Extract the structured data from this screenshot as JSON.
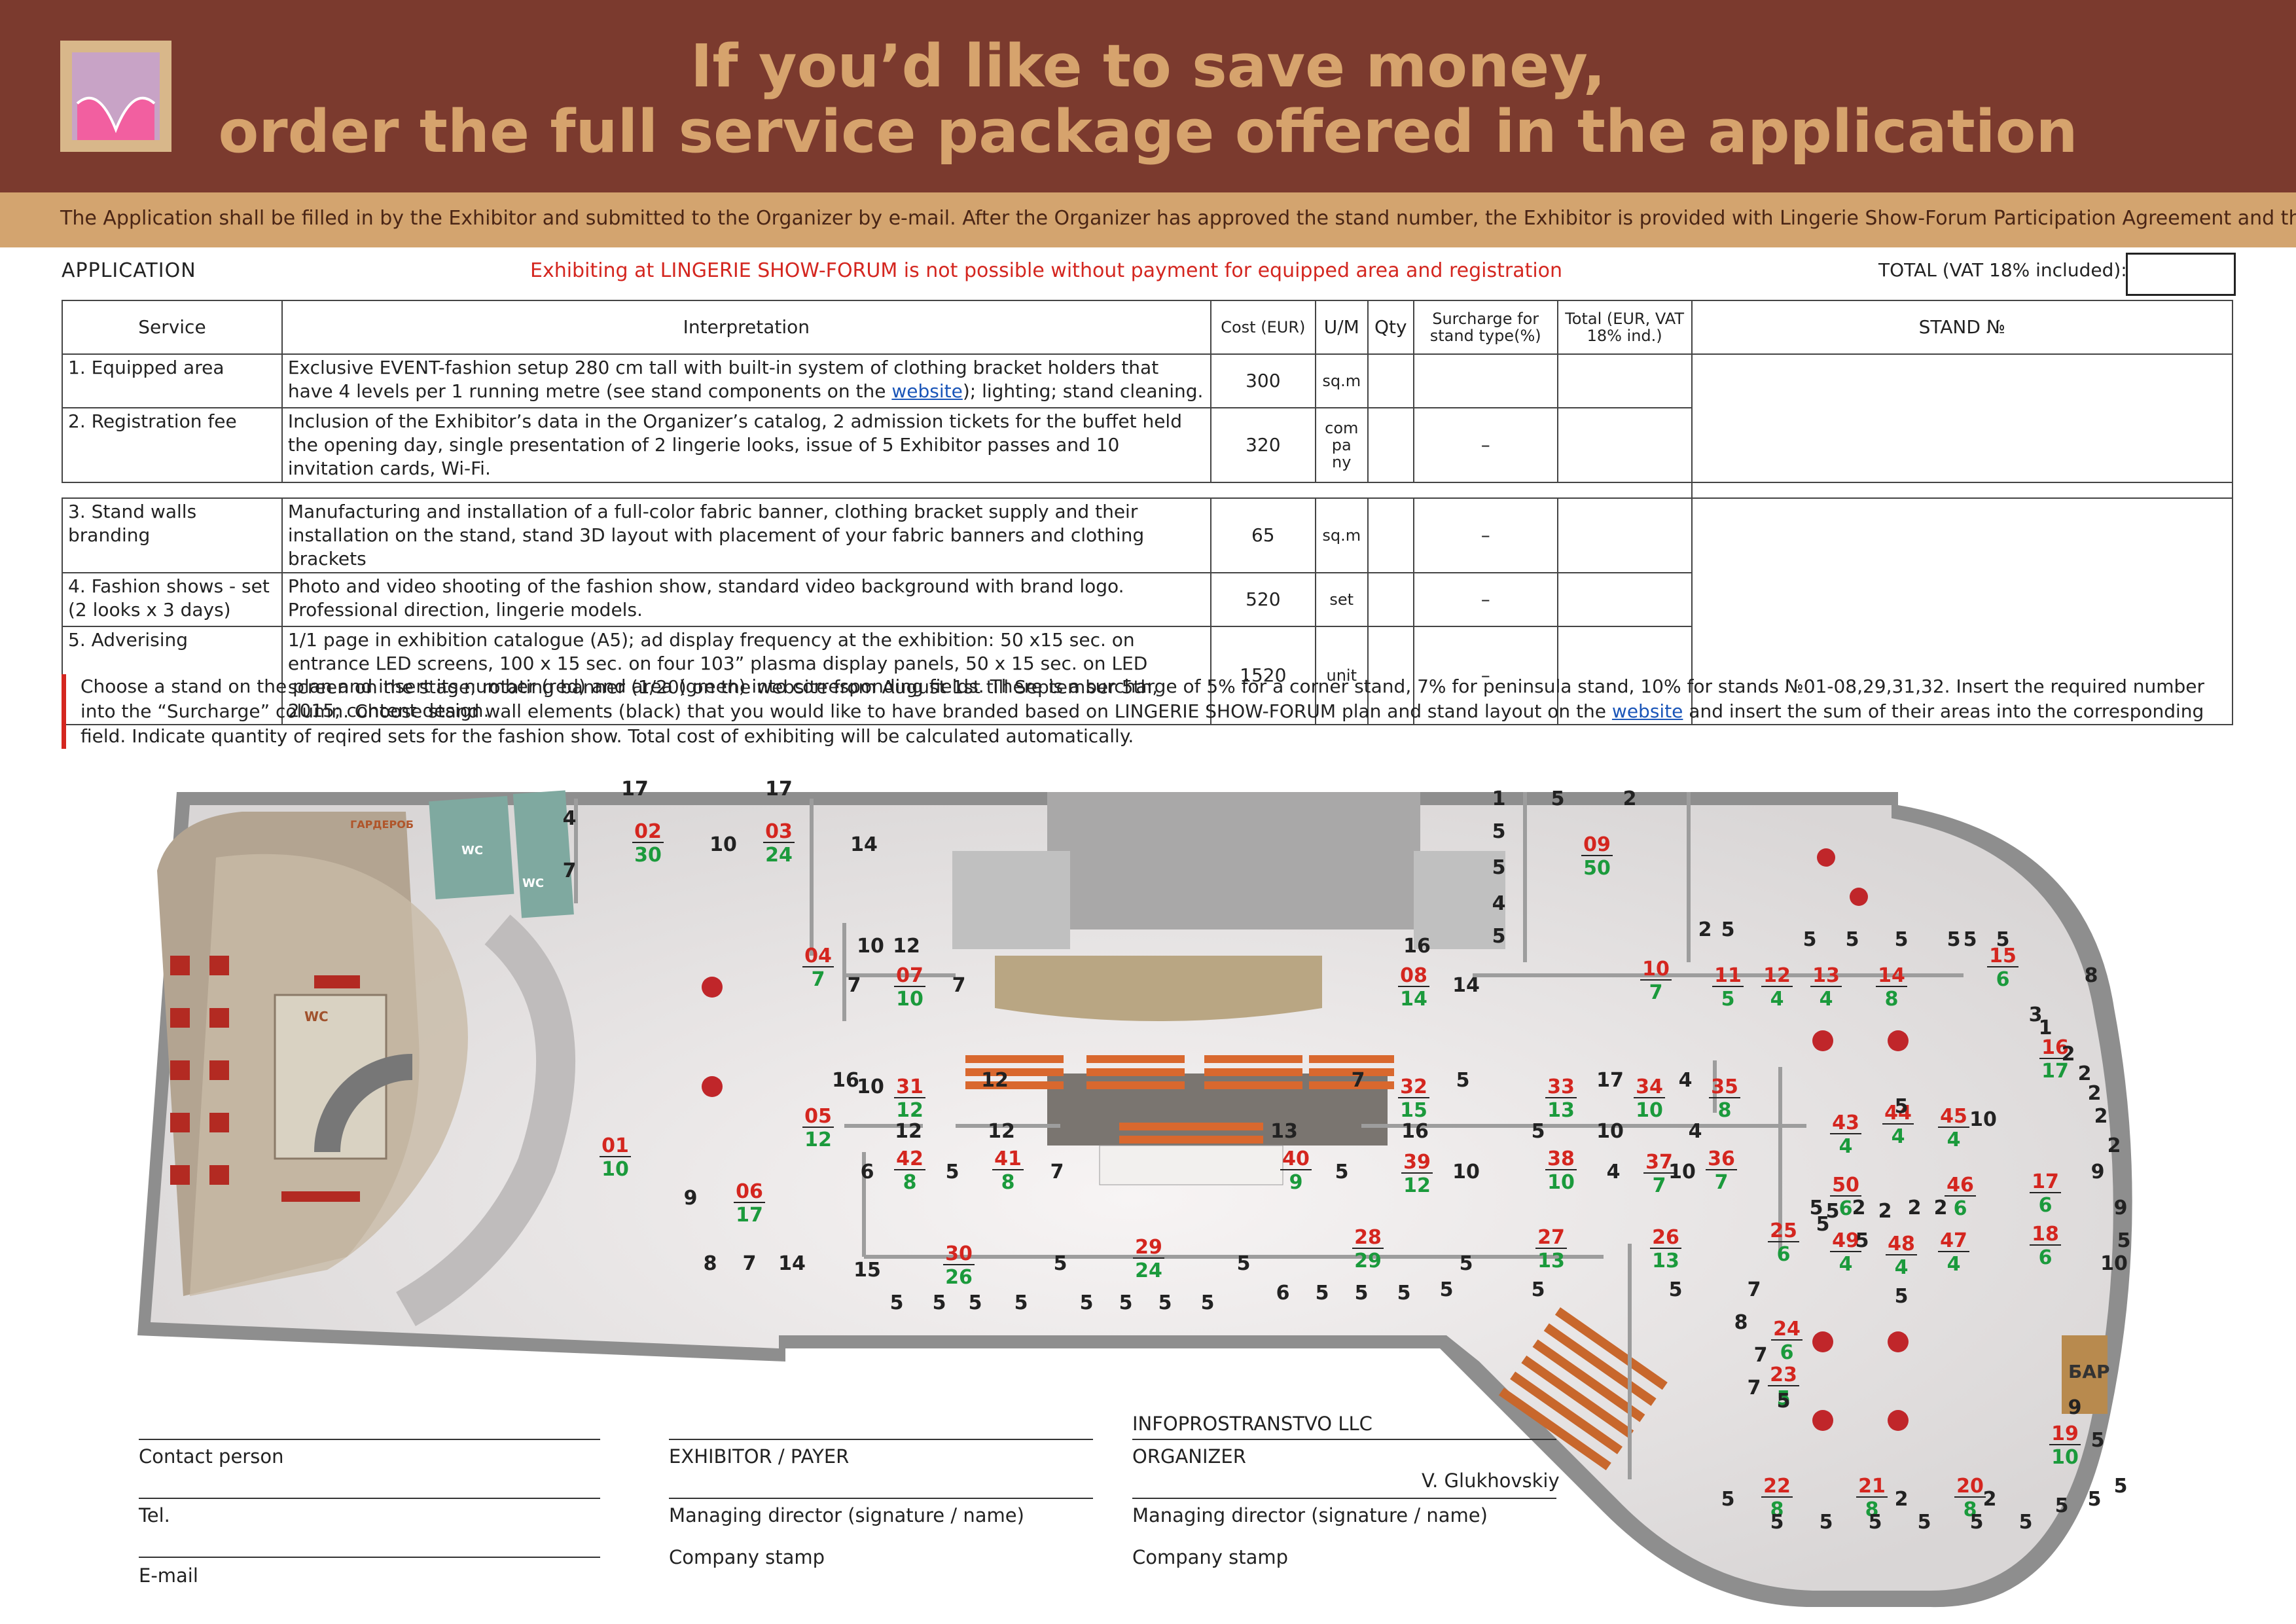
{
  "header": {
    "headline_line1": "If you’d like to save money,",
    "headline_line2": "order the full service package offered in the application",
    "subline": "The Application shall be filled in by the Exhibitor and submitted to the Organizer by e-mail. After the Organizer has approved the stand number, the Exhibitor is provided with Lingerie Show-Forum Participation Agreement and the invoice."
  },
  "application": {
    "label": "APPLICATION",
    "warning": "Exhibiting at LINGERIE SHOW-FORUM is not possible without payment for equipped area and registration",
    "total_label": "TOTAL (VAT 18% included):",
    "total_value": ""
  },
  "table": {
    "columns": [
      "Service",
      "Interpretation",
      "Cost (EUR)",
      "U/M",
      "Qty",
      "Surcharge for stand type(%)",
      "Total (EUR, VAT 18% ind.)",
      "STAND №"
    ],
    "rows": [
      {
        "service": "1. Equipped area",
        "interp_pre": "Exclusive EVENT-fashion setup 280 cm tall with built-in system of clothing bracket holders that have 4 levels per 1 running metre (see stand components on the ",
        "link": "website",
        "interp_post": "); lighting; stand cleaning.",
        "cost": "300",
        "um": "sq.m",
        "qty": "",
        "surcharge": "",
        "total": ""
      },
      {
        "service": "2. Registration fee",
        "interp": "Inclusion of the Exhibitor’s data in the Organizer’s catalog, 2 admission tickets for the buffet held the opening day, single presentation of 2 lingerie looks, issue of 5 Exhibitor passes and 10 invitation cards, Wi-Fi.",
        "cost": "320",
        "um": "com pa ny",
        "qty": "",
        "surcharge": "–",
        "total": ""
      },
      {
        "service": "3. Stand walls branding",
        "interp": "Manufacturing and installation of a full-color fabric banner, clothing bracket supply and their installation on the stand, stand 3D layout with placement of your fabric banners and clothing brackets",
        "cost": "65",
        "um": "sq.m",
        "qty": "",
        "surcharge": "–",
        "total": ""
      },
      {
        "service": "4. Fashion shows - set (2 looks x 3 days)",
        "interp": "Photo and video shooting of the fashion show, standard video background with brand logo. Professional direction, lingerie models.",
        "cost": "520",
        "um": "set",
        "qty": "",
        "surcharge": "–",
        "total": ""
      },
      {
        "service": "5. Adverising",
        "interp": "1/1 page in exhibition catalogue (A5); ad display frequency at the exhibition: 50 x15 sec. on entrance LED screens, 100 x 15 sec. on four 103” plasma display panels, 50 x 15 sec. on LED screen on the stage; rotating banner (1/20) on the website from August 1st till September 5th, 2015; content design.",
        "cost": "1520",
        "um": "unit",
        "qty": "",
        "surcharge": "–",
        "total": ""
      }
    ]
  },
  "instructions": {
    "text_pre": "Choose a stand on the plan and insert its number (red) and area (green) into corresponding fields. There is a surcharge of 5% for a corner stand, 7% for peninsula stand, 10% for stands  №01-08,29,31,32. Insert the required number into the “Surcharge” column. Choose stand wall elements (black) that you would like to have branded based on LINGERIE SHOW-FORUM plan and stand layout on the ",
    "link": "website",
    "text_post": " and insert the sum of their areas into the corresponding field. Indicate quantity of reqired sets for the fashion show. Total cost of exhibiting will be calculated automatically."
  },
  "plan": {
    "room_labels": {
      "cloakroom": "ГАРДЕРОБ",
      "wc": "WC",
      "bar": "БАР"
    },
    "stands": [
      {
        "no": "01",
        "area": "10"
      },
      {
        "no": "02",
        "area": "30"
      },
      {
        "no": "03",
        "area": "24"
      },
      {
        "no": "04",
        "area": "7"
      },
      {
        "no": "05",
        "area": "12"
      },
      {
        "no": "06",
        "area": "17"
      },
      {
        "no": "07",
        "area": "10"
      },
      {
        "no": "08",
        "area": "14"
      },
      {
        "no": "09",
        "area": "50"
      },
      {
        "no": "10",
        "area": "7"
      },
      {
        "no": "11",
        "area": "5"
      },
      {
        "no": "12",
        "area": "4"
      },
      {
        "no": "13",
        "area": "4"
      },
      {
        "no": "14",
        "area": "8"
      },
      {
        "no": "15",
        "area": "6"
      },
      {
        "no": "16",
        "area": "17"
      },
      {
        "no": "17",
        "area": "6"
      },
      {
        "no": "18",
        "area": "6"
      },
      {
        "no": "19",
        "area": "10"
      },
      {
        "no": "20",
        "area": "8"
      },
      {
        "no": "21",
        "area": "8"
      },
      {
        "no": "22",
        "area": "8"
      },
      {
        "no": "23",
        "area": "5"
      },
      {
        "no": "24",
        "area": "6"
      },
      {
        "no": "25",
        "area": "6"
      },
      {
        "no": "26",
        "area": "13"
      },
      {
        "no": "27",
        "area": "13"
      },
      {
        "no": "28",
        "area": "29"
      },
      {
        "no": "29",
        "area": "24"
      },
      {
        "no": "30",
        "area": "26"
      },
      {
        "no": "31",
        "area": "12"
      },
      {
        "no": "32",
        "area": "15"
      },
      {
        "no": "33",
        "area": "13"
      },
      {
        "no": "34",
        "area": "10"
      },
      {
        "no": "35",
        "area": "8"
      },
      {
        "no": "36",
        "area": "7"
      },
      {
        "no": "37",
        "area": "7"
      },
      {
        "no": "38",
        "area": "10"
      },
      {
        "no": "39",
        "area": "12"
      },
      {
        "no": "40",
        "area": "9"
      },
      {
        "no": "41",
        "area": "8"
      },
      {
        "no": "42",
        "area": "8"
      },
      {
        "no": "43",
        "area": "4"
      },
      {
        "no": "44",
        "area": "4"
      },
      {
        "no": "45",
        "area": "4"
      },
      {
        "no": "46",
        "area": "6"
      },
      {
        "no": "47",
        "area": "4"
      },
      {
        "no": "48",
        "area": "4"
      },
      {
        "no": "49",
        "area": "4"
      },
      {
        "no": "50",
        "area": "6"
      }
    ],
    "wall_numbers": [
      "17",
      "17",
      "4",
      "7",
      "10",
      "14",
      "10",
      "12",
      "16",
      "7",
      "7",
      "16",
      "10",
      "12",
      "12",
      "6",
      "5",
      "12",
      "7",
      "13",
      "5",
      "16",
      "7",
      "14",
      "5",
      "10",
      "5",
      "10",
      "17",
      "4",
      "4",
      "4",
      "10",
      "9",
      "8",
      "7",
      "14",
      "15",
      "5",
      "5",
      "5",
      "5",
      "5",
      "5",
      "5",
      "5",
      "5",
      "5",
      "5",
      "5",
      "5",
      "6",
      "5",
      "5",
      "5",
      "5",
      "5",
      "2",
      "1",
      "5",
      "5",
      "4",
      "5",
      "5",
      "5",
      "5",
      "5",
      "5",
      "5",
      "2",
      "5",
      "8",
      "3",
      "1",
      "2",
      "2",
      "2",
      "2",
      "2",
      "9",
      "9",
      "5",
      "10",
      "7",
      "8",
      "7",
      "7",
      "5",
      "9",
      "5",
      "5",
      "5",
      "5",
      "5",
      "5",
      "5",
      "5",
      "5",
      "5",
      "5",
      "2",
      "2",
      "2",
      "2",
      "2",
      "2",
      "5",
      "5",
      "5",
      "5",
      "5",
      "5",
      "10"
    ]
  },
  "signatures": {
    "contact_person": "Contact person",
    "tel": "Tel.",
    "email": "E-mail",
    "exhibitor_payer": "EXHIBITOR / PAYER",
    "managing_director_1": "Managing director (signature / name)",
    "company_stamp_1": "Company stamp",
    "organizer_name": "INFOPROSTRANSTVO LLC",
    "organizer": "ORGANIZER",
    "director_name": "V. Glukhovskiy",
    "managing_director_2": "Managing director (signature / name)",
    "company_stamp_2": "Company stamp"
  },
  "colors": {
    "header": "#7b3a2e",
    "band": "#d3a46f",
    "accent_text": "#d6a36d",
    "stand_number": "#d4261f",
    "stand_area": "#1b9a3c",
    "link": "#1a55b8"
  }
}
